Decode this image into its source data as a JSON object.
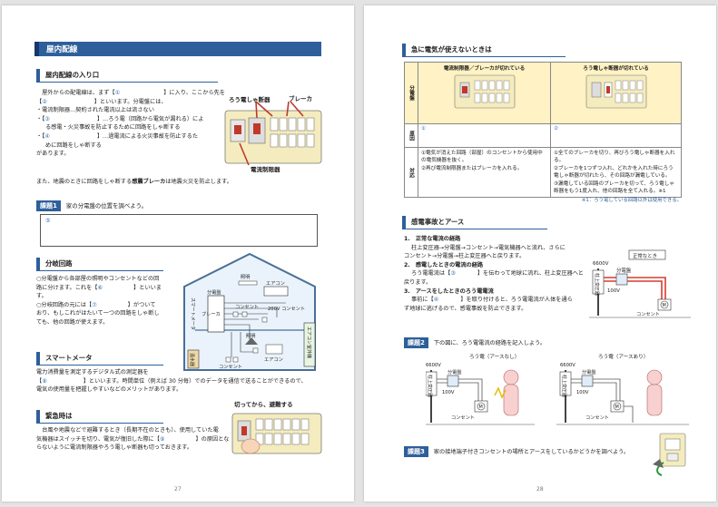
{
  "p27": {
    "page_number": "27",
    "section_title": "屋内配線",
    "entrance": {
      "heading": "屋内配線の入り口",
      "line1a": "屋外からの配電線は、まず【",
      "blank1": "①",
      "line1b": "】に入り、ここから先を",
      "line2a": "【",
      "blank2": "②",
      "line2b": "】といいます。分電盤には、",
      "item0": "・電流制限器…契約された電流以上は流さない",
      "item1a": "・【",
      "blank3": "③",
      "item1b": "】…ろう電（回路から電気が漏れる）によ",
      "item1c": "る感電・火災事故を防止するために回路をしゃ断する",
      "item2a": "・【",
      "blank4": "④",
      "item2b": "】…過電流による火災事故を防止するた",
      "item2c": "めに回路をしゃ断する",
      "line_after": "があります。",
      "line_quake_a": "また、地震のときに回路をしゃ断する",
      "line_quake_b": "感震ブレーカ",
      "line_quake_c": "は地震火災を防止します。",
      "label_rouden": "ろう電しゃ断器",
      "label_breaker": "ブレーカ",
      "label_limiter": "電流制限器"
    },
    "task1": {
      "badge": "課題1",
      "text": "家の分電盤の位置を調べよう。",
      "blank": "⑤"
    },
    "branch": {
      "heading": "分岐回路",
      "l1": "○分電盤から各部屋の照明やコンセントなどの回",
      "l2a": "路に分けます。これを【",
      "blank6": "⑥",
      "l2b": "】といいま",
      "l3": "す。",
      "l4a": "○分岐回路の元には【",
      "blank7": "⑦",
      "l4b": "】がついて",
      "l5": "おり、もしこれがはたいて一つの回路をしゃ断し",
      "l6": "ても、他の回路が使えます。",
      "house": {
        "lighting_top": "照明",
        "aircon": "エアコン",
        "panel": "分電盤",
        "breaker": "ブレーカ",
        "outlet": "コンセント",
        "outlet_200v": "200V\nコンセント",
        "smart_meter": "スマートメータ",
        "aircon_outdoor": "エアコン室外機",
        "lighting_bottom": "照明",
        "outlet_bottom": "コンセント",
        "aircon_bottom": "エアコン",
        "water_heater": "温水器"
      }
    },
    "smart": {
      "heading": "スマートメータ",
      "l1": "電力消費量を測定するデジタル式の測定器を",
      "l2a": "【",
      "blank8": "⑧",
      "l2b": "】といいます。時間単位（例えば 30 分毎）でのデータを通信で送ることができるので、",
      "l3": "電気の使用量を把握しやすいなどのメリットがあります。"
    },
    "emergency": {
      "heading": "緊急時は",
      "caption": "切ってから、避難する",
      "l1": "台風や地震などで避難するとき（長期不在のときも）、使用していた電",
      "l2a": "気機器はスイッチを切り、電気が復旧した際に【",
      "blank9": "⑨",
      "l2b": "】の原因とな",
      "l3": "らないように電流制限器やろう電しゃ断器も切っておきます。"
    }
  },
  "p28": {
    "page_number": "28",
    "outage": {
      "title": "急に電気が使えないときは",
      "col1_header": "電流制限器／ブレーカが切れている",
      "col2_header": "ろう電しゃ断器が切れている",
      "row_panel": "分電盤",
      "row_cause": "原因",
      "row_action": "対応",
      "cause1": "①",
      "cause2": "②",
      "action1": "①電気が消えた回路（部屋）のコンセントから使用中の電気機器を抜く。\n②再び電流制限器またはブレーカを入れる。",
      "action2": "①全てのブレーカを切り、再びろう電しゃ断器を入れる。\n②ブレーカを1つずつ入れ、どれかを入れた時にろう電しゃ断器が切れたら、その回路が漏電している。\n③漏電している回路のブレーカを切って、ろう電しゃ断器をもう1度入れ、他の回路を全て入れる。※1",
      "note": "※1：ろう電している回路以外は使用できる。"
    },
    "earth": {
      "title": "感電事故とアース",
      "h1": "1.　正常な電流の経路",
      "t1a": "柱上変圧器→分電盤→コンセント→電気機器へと流れ、さらに",
      "t1b": "コンセント→分電盤→柱上変圧器へと戻ります。",
      "h2": "2.　感電したときの電流の経路",
      "t2a": "ろう電電流は【",
      "blank3": "③",
      "t2b": "】を伝わって地球に流れ、柱上変圧器へと",
      "t2c": "戻ります。",
      "h3": "3.　アースをしたときのろう電電流",
      "t3a": "事前に【",
      "blank4": "④",
      "t3b": "】を取り付けると、ろう電電流が人体を通ら",
      "t3c": "ず地球に逃げるので、感電事故を防止できます。",
      "diagram": {
        "normal": "正常なとき",
        "v6600": "6600V",
        "v100": "100V",
        "panel": "分電盤",
        "transformer": "柱上変圧器",
        "outlet": "コンセント",
        "motor": "M"
      }
    },
    "task2": {
      "badge": "課題2",
      "text": "下の図に、ろう電電流の経路を記入しよう。",
      "label_no_earth": "ろう電（アースなし）",
      "label_earth": "ろう電（アースあり）",
      "v6600": "6600V",
      "v100": "100V",
      "panel": "分電盤",
      "transformer": "柱上変圧器",
      "outlet": "コンセント",
      "motor": "M"
    },
    "task3": {
      "badge": "課題3",
      "text": "家の接地端子付きコンセントの場所とアースをしているかどうかを調べよう。"
    }
  }
}
